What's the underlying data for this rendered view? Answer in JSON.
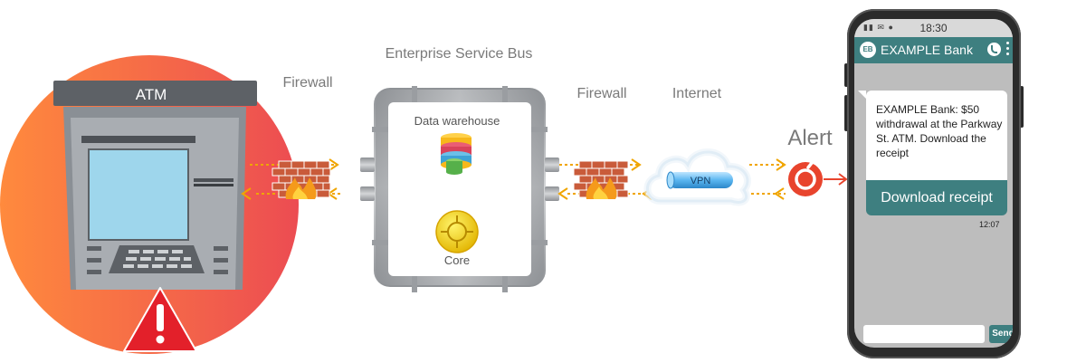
{
  "atm": {
    "label": "ATM"
  },
  "labels": {
    "firewall_left": "Firewall",
    "esb": "Enterprise Service Bus",
    "data_warehouse": "Data warehouse",
    "core": "Core",
    "firewall_right": "Firewall",
    "internet": "Internet",
    "vpn": "VPN",
    "alert": "Alert"
  },
  "phone": {
    "status_time": "18:30",
    "app_title": "EXAMPLE Bank",
    "app_logo": "EB",
    "message": "EXAMPLE Bank: $50 withdrawal at the Parkway St. ATM. Download the receipt",
    "download_button": "Download receipt",
    "message_time": "12:07",
    "send_button": "Send"
  },
  "colors": {
    "circle_gradient_start": "#ff8a3d",
    "circle_gradient_end": "#ec4c52",
    "arrow": "#f0a500",
    "pipe": "#a9acb0",
    "brick": "#c95b3a",
    "flame": "#f59a1b",
    "alert_icon": "#e8442d",
    "warning": "#e3202a",
    "app_teal": "#3e7f80"
  },
  "icons": [
    "warning-triangle-icon",
    "firewall-icon",
    "database-icon",
    "core-gear-icon",
    "cloud-icon",
    "alert-icon"
  ]
}
